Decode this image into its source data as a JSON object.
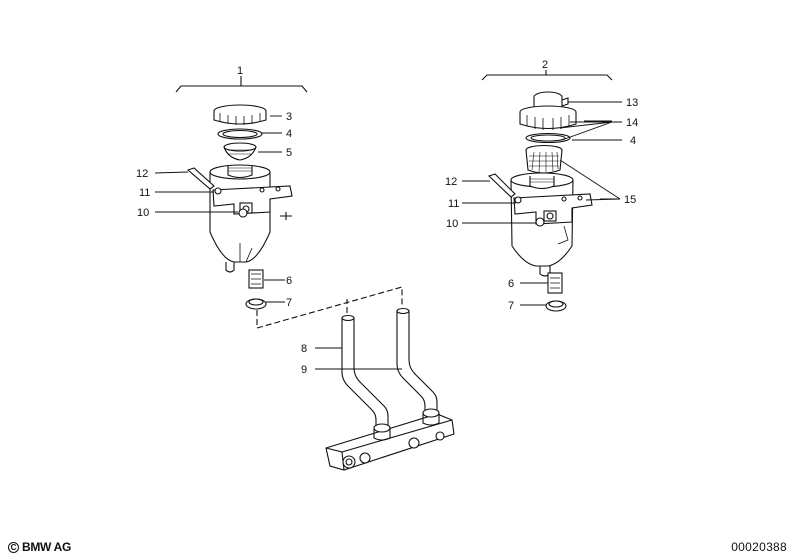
{
  "callouts": {
    "c1": "1",
    "c2": "2",
    "c3": "3",
    "c4a": "4",
    "c4b": "4",
    "c5": "5",
    "c6a": "6",
    "c6b": "6",
    "c7a": "7",
    "c7b": "7",
    "c8": "8",
    "c9": "9",
    "c10a": "10",
    "c10b": "10",
    "c11a": "11",
    "c11b": "11",
    "c12a": "12",
    "c12b": "12",
    "c13": "13",
    "c14": "14",
    "c15": "15"
  },
  "footer": {
    "copyright_symbol": "C",
    "brand": "BMW AG",
    "diagram_id": "00020388"
  }
}
